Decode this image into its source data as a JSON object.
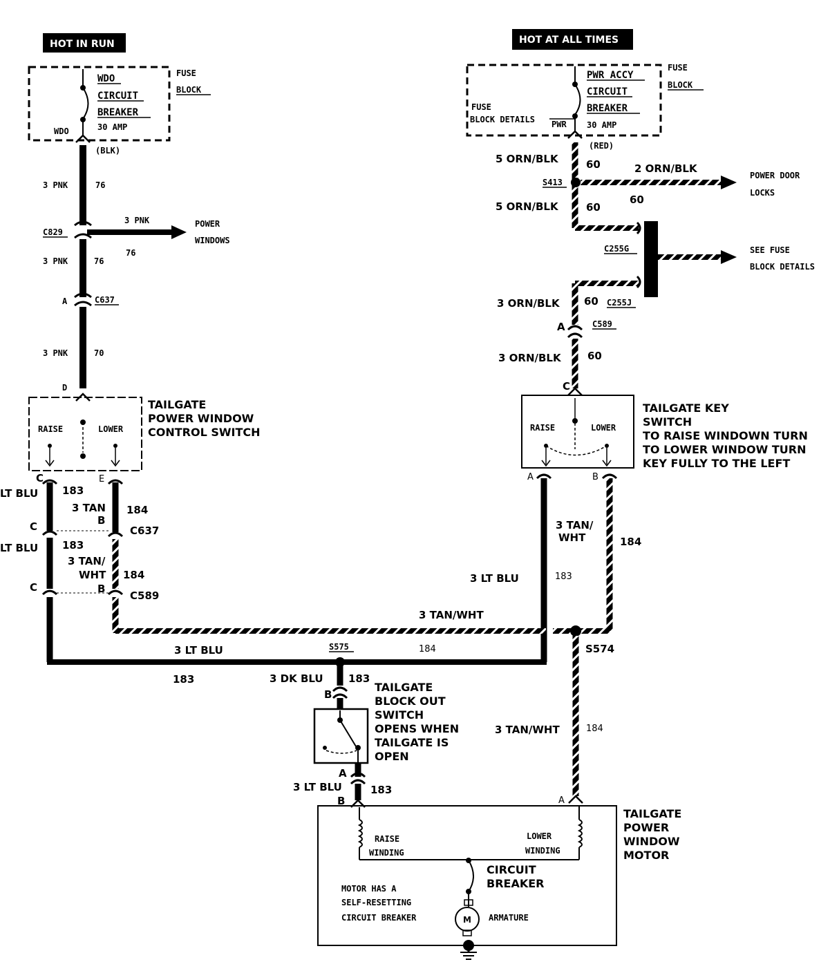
{
  "left": {
    "hot_badge": "HOT IN RUN",
    "fuse_label_1": "FUSE",
    "fuse_label_2": "BLOCK",
    "breaker_name_1": "WDO",
    "breaker_name_2": "CIRCUIT",
    "breaker_name_3": "BREAKER",
    "breaker_rating": "30 AMP",
    "breaker_terminal": "WDO",
    "blk": "(BLK)",
    "wire_pnk_1": "3 PNK",
    "ckt_76_a": "76",
    "c829": "C829",
    "branch_wire": "3 PNK",
    "branch_ckt": "76",
    "power_windows_1": "POWER",
    "power_windows_2": "WINDOWS",
    "wire_pnk_2": "3 PNK",
    "ckt_76_b": "76",
    "c637_pin": "A",
    "c637": "C637",
    "wire_pnk_3": "3 PNK",
    "ckt_70": "70",
    "switch_pin_d": "D",
    "switch_title_1": "TAILGATE",
    "switch_title_2": "POWER WINDOW",
    "switch_title_3": "CONTROL SWITCH",
    "raise": "RAISE",
    "lower": "LOWER",
    "pin_c": "C",
    "pin_e": "E",
    "lt_blu_1": "LT BLU",
    "ckt_183_a": "183",
    "tan_1": "3 TAN",
    "pin_b_1": "B",
    "ckt_184_a": "184",
    "c_1": "C",
    "c637_b": "C637",
    "lt_blu_2": "LT BLU",
    "ckt_183_b": "183",
    "tan_wht_1": "3 TAN/",
    "tan_wht_2": "WHT",
    "ckt_184_b": "184",
    "c_2": "C",
    "pin_b_2": "B",
    "c589": "C589"
  },
  "right": {
    "hot_badge": "HOT AT ALL TIMES",
    "fuse_label_1": "FUSE",
    "fuse_label_2": "BLOCK",
    "breaker_name_1": "PWR ACCY",
    "breaker_name_2": "CIRCUIT",
    "breaker_name_3": "BREAKER",
    "breaker_rating": "30 AMP",
    "breaker_terminal": "PWR",
    "fuse_details_1": "FUSE",
    "fuse_details_2": "BLOCK DETAILS",
    "red": "(RED)",
    "orn_blk_1": "5 ORN/BLK",
    "ckt_60_a": "60",
    "s413": "S413",
    "branch_wire": "2 ORN/BLK",
    "branch_ckt": "60",
    "power_door_1": "POWER DOOR",
    "power_door_2": "LOCKS",
    "orn_blk_2": "5 ORN/BLK",
    "ckt_60_b": "60",
    "c255g": "C255G",
    "see_fuse_1": "SEE FUSE",
    "see_fuse_2": "BLOCK DETAILS",
    "orn_blk_3": "3 ORN/BLK",
    "ckt_60_c": "60",
    "c255j": "C255J",
    "pin_a": "A",
    "c589": "C589",
    "orn_blk_4": "3 ORN/BLK",
    "ckt_60_d": "60",
    "pin_c": "C",
    "key_title_1": "TAILGATE KEY",
    "key_title_2": "SWITCH",
    "key_title_3": "TO RAISE WINDOWN TURN",
    "key_title_4": "TO LOWER WINDOW TURN",
    "key_title_5": "KEY FULLY TO THE LEFT",
    "raise": "RAISE",
    "lower": "LOWER",
    "pin_a2": "A",
    "pin_b2": "B",
    "tan_wht_1": "3 TAN/",
    "tan_wht_2": "WHT",
    "ckt_184": "184",
    "lt_blu": "3 LT BLU",
    "ckt_183": "183"
  },
  "bottom": {
    "tan_wht_h": "3 TAN/WHT",
    "lt_blu_h": "3 LT BLU",
    "s575": "S575",
    "ckt_184_h": "184",
    "ckt_183_h": "183",
    "s574": "S574",
    "dk_blu": "3 DK BLU",
    "ckt_183_a": "183",
    "pin_b_top": "B",
    "block_title_1": "TAILGATE",
    "block_title_2": "BLOCK OUT",
    "block_title_3": "SWITCH",
    "block_title_4": "OPENS WHEN",
    "block_title_5": "TAILGATE IS",
    "block_title_6": "OPEN",
    "pin_a_bot": "A",
    "lt_blu_v": "3 LT BLU",
    "ckt_183_b": "183",
    "pin_b_motor": "B",
    "tan_wht_v": "3 TAN/WHT",
    "ckt_184_v": "184",
    "pin_a_motor": "A",
    "motor_title_1": "TAILGATE",
    "motor_title_2": "POWER",
    "motor_title_3": "WINDOW",
    "motor_title_4": "MOTOR",
    "raise_winding_1": "RAISE",
    "raise_winding_2": "WINDING",
    "lower_winding_1": "LOWER",
    "lower_winding_2": "WINDING",
    "cb_1": "CIRCUIT",
    "cb_2": "BREAKER",
    "note_1": "MOTOR HAS A",
    "note_2": "SELF-RESETTING",
    "note_3": "CIRCUIT BREAKER",
    "m": "M",
    "armature": "ARMATURE"
  }
}
